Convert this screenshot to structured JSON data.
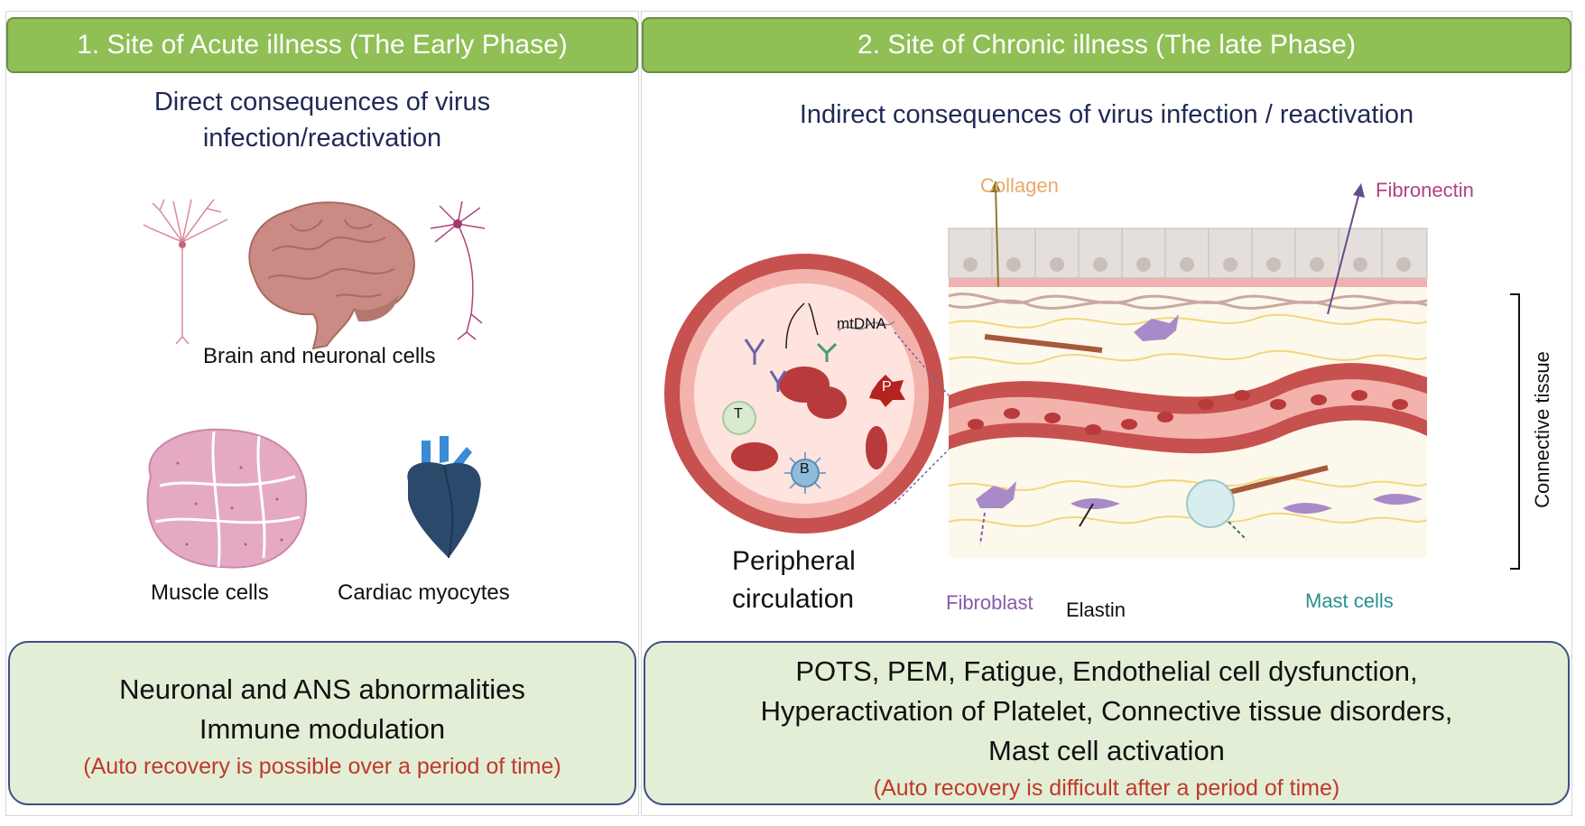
{
  "panel1": {
    "header": "1. Site of Acute illness (The Early Phase)",
    "subtitle_line1": "Direct consequences of virus",
    "subtitle_line2": "infection/reactivation",
    "brain_label": "Brain and neuronal cells",
    "muscle_label": "Muscle cells",
    "cardiac_label": "Cardiac myocytes",
    "summary_line1": "Neuronal and ANS abnormalities",
    "summary_line2": "Immune modulation",
    "summary_note": "(Auto recovery is possible over a period of time)"
  },
  "panel2": {
    "header": "2. Site of Chronic illness (The late Phase)",
    "subtitle": "Indirect consequences of virus infection / reactivation",
    "collagen": "Collagen",
    "fibronectin": "Fibronectin",
    "mtdna": "mtDNA",
    "t_cell": "T",
    "b_cell": "B",
    "platelet": "P",
    "circulation_line1": "Peripheral",
    "circulation_line2": "circulation",
    "fibroblast": "Fibroblast",
    "elastin": "Elastin",
    "mast_cells": "Mast cells",
    "connective_tissue": "Connective tissue",
    "summary_line1": "POTS, PEM, Fatigue, Endothelial cell dysfunction,",
    "summary_line2": "Hyperactivation of Platelet, Connective tissue disorders,",
    "summary_line3": "Mast cell activation",
    "summary_note": "(Auto recovery is difficult after a period of time)"
  },
  "colors": {
    "header_green": "#8fbf55",
    "box_green": "#e3eed6",
    "subtitle_navy": "#1f2a55",
    "note_red": "#c0392b",
    "collagen": "#e8a86a",
    "fibronectin": "#b0447f",
    "fibroblast": "#8a5ca8",
    "mast": "#2a8f8f"
  }
}
